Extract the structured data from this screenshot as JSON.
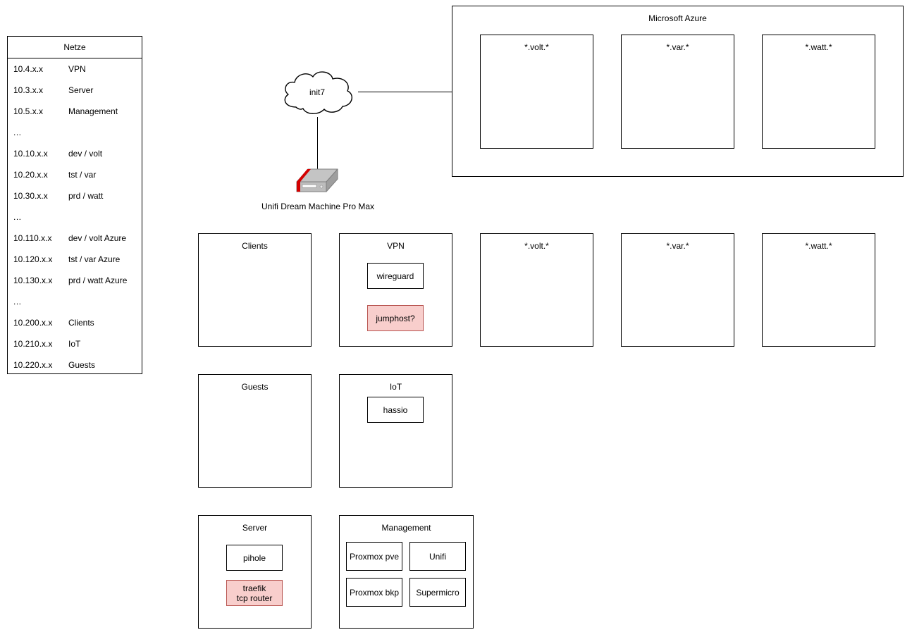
{
  "legend": {
    "title": "Netze",
    "rows": [
      {
        "cidr": "10.4.x.x",
        "label": "VPN"
      },
      {
        "cidr": "10.3.x.x",
        "label": "Server"
      },
      {
        "cidr": "10.5.x.x",
        "label": "Management"
      },
      {
        "cidr": "...",
        "label": ""
      },
      {
        "cidr": "10.10.x.x",
        "label": "dev / volt"
      },
      {
        "cidr": "10.20.x.x",
        "label": "tst / var"
      },
      {
        "cidr": "10.30.x.x",
        "label": "prd / watt"
      },
      {
        "cidr": "...",
        "label": ""
      },
      {
        "cidr": "10.110.x.x",
        "label": "dev / volt Azure"
      },
      {
        "cidr": "10.120.x.x",
        "label": "tst / var Azure"
      },
      {
        "cidr": "10.130.x.x",
        "label": "prd / watt Azure"
      },
      {
        "cidr": "...",
        "label": ""
      },
      {
        "cidr": "10.200.x.x",
        "label": "Clients"
      },
      {
        "cidr": "10.210.x.x",
        "label": "IoT"
      },
      {
        "cidr": "10.220.x.x",
        "label": "Guests"
      }
    ]
  },
  "cloud": {
    "label": "init7",
    "icon": "cloud-icon"
  },
  "router": {
    "label": "Unifi Dream Machine Pro Max",
    "icon": "router-appliance-icon"
  },
  "azure": {
    "title": "Microsoft Azure",
    "environments": [
      {
        "title": "*.volt.*"
      },
      {
        "title": "*.var.*"
      },
      {
        "title": "*.watt.*"
      }
    ]
  },
  "onprem_environments": [
    {
      "title": "*.volt.*"
    },
    {
      "title": "*.var.*"
    },
    {
      "title": "*.watt.*"
    }
  ],
  "vlans": {
    "clients": {
      "title": "Clients",
      "services": []
    },
    "vpn": {
      "title": "VPN",
      "services": [
        {
          "label": "wireguard",
          "accent": "none"
        },
        {
          "label": "jumphost?",
          "accent": "pink"
        }
      ]
    },
    "guests": {
      "title": "Guests",
      "services": []
    },
    "iot": {
      "title": "IoT",
      "services": [
        {
          "label": "hassio",
          "accent": "none"
        }
      ]
    },
    "server": {
      "title": "Server",
      "services": [
        {
          "label": "pihole",
          "accent": "none"
        },
        {
          "label": "traefik",
          "label2": "tcp router",
          "accent": "pink"
        }
      ]
    },
    "management": {
      "title": "Management",
      "services": [
        {
          "label": "Proxmox pve",
          "accent": "none"
        },
        {
          "label": "Unifi",
          "accent": "none"
        },
        {
          "label": "Proxmox bkp",
          "accent": "none"
        },
        {
          "label": "Supermicro",
          "accent": "none"
        }
      ]
    }
  },
  "colors": {
    "stroke": "#000000",
    "background": "#ffffff",
    "accent_pink_fill": "#f8cecc",
    "accent_pink_stroke": "#b85450",
    "router_body": "#c0c0c0",
    "router_accent": "#d40000"
  }
}
